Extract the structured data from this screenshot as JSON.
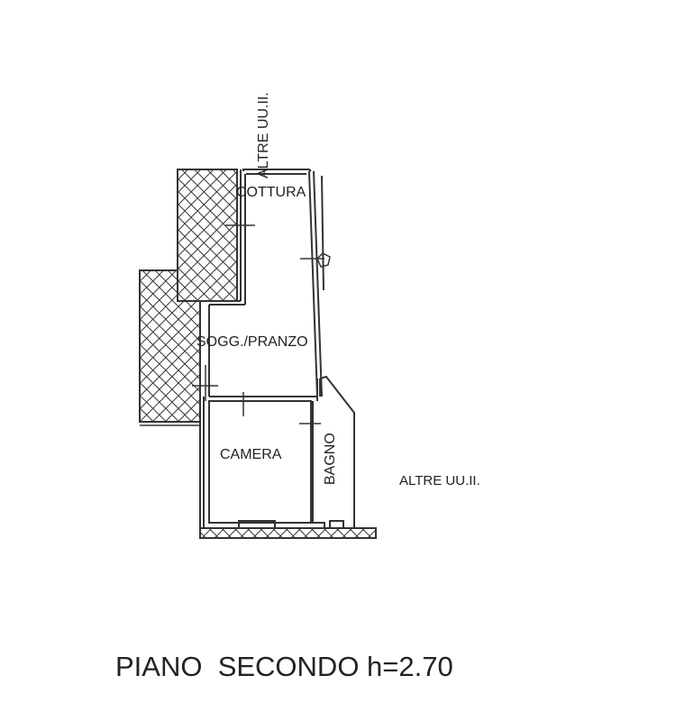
{
  "plan": {
    "rooms": {
      "kitchen": "COTTURA",
      "living": "SOGG./PRANZO",
      "bedroom": "CAMERA",
      "bathroom": "BAGNO"
    },
    "neighbors_top": "ALTRE UU.II.",
    "neighbors_right": "ALTRE UU.II."
  },
  "title": "PIANO  SECONDO h=2.70"
}
